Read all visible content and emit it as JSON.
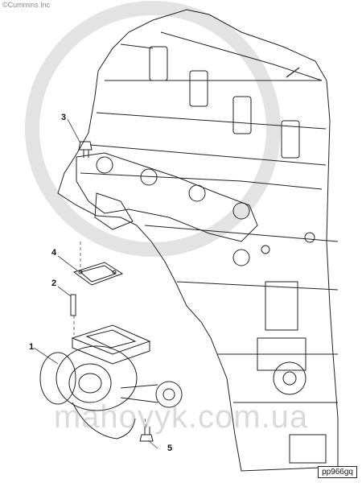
{
  "copyright": "©Cummins Inc",
  "figure_code": "pp966gq",
  "watermark": "mahovyk.com.ua",
  "callouts": {
    "c1": "1",
    "c2": "2",
    "c3": "3",
    "c4": "4",
    "c5": "5"
  },
  "colors": {
    "line": "#222222",
    "watermark": "#969696"
  }
}
